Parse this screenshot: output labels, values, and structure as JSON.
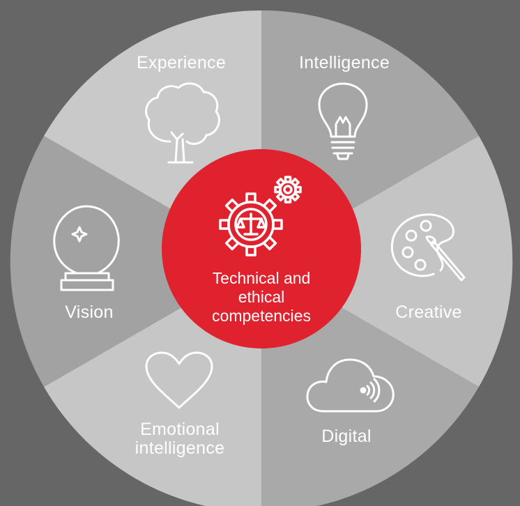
{
  "center": {
    "line1": "Technical and",
    "line2": "ethical",
    "line3": "competencies",
    "icon": "gear-scales-icon",
    "color": "#e0212e"
  },
  "segments": [
    {
      "id": "experience",
      "label": "Experience",
      "icon": "tree-icon"
    },
    {
      "id": "intelligence",
      "label": "Intelligence",
      "icon": "lightbulb-icon"
    },
    {
      "id": "creative",
      "label": "Creative",
      "icon": "palette-icon"
    },
    {
      "id": "digital",
      "label": "Digital",
      "icon": "cloud-icon"
    },
    {
      "id": "emotional",
      "label_line1": "Emotional",
      "label_line2": "intelligence",
      "icon": "heart-icon"
    },
    {
      "id": "vision",
      "label": "Vision",
      "icon": "crystal-ball-icon"
    }
  ],
  "colors": {
    "background": "#666666",
    "segment_light": "#c8c8c8",
    "segment_mid": "#b3b3b3",
    "segment_dark": "#a4a4a4",
    "icon_stroke": "#ffffff"
  }
}
